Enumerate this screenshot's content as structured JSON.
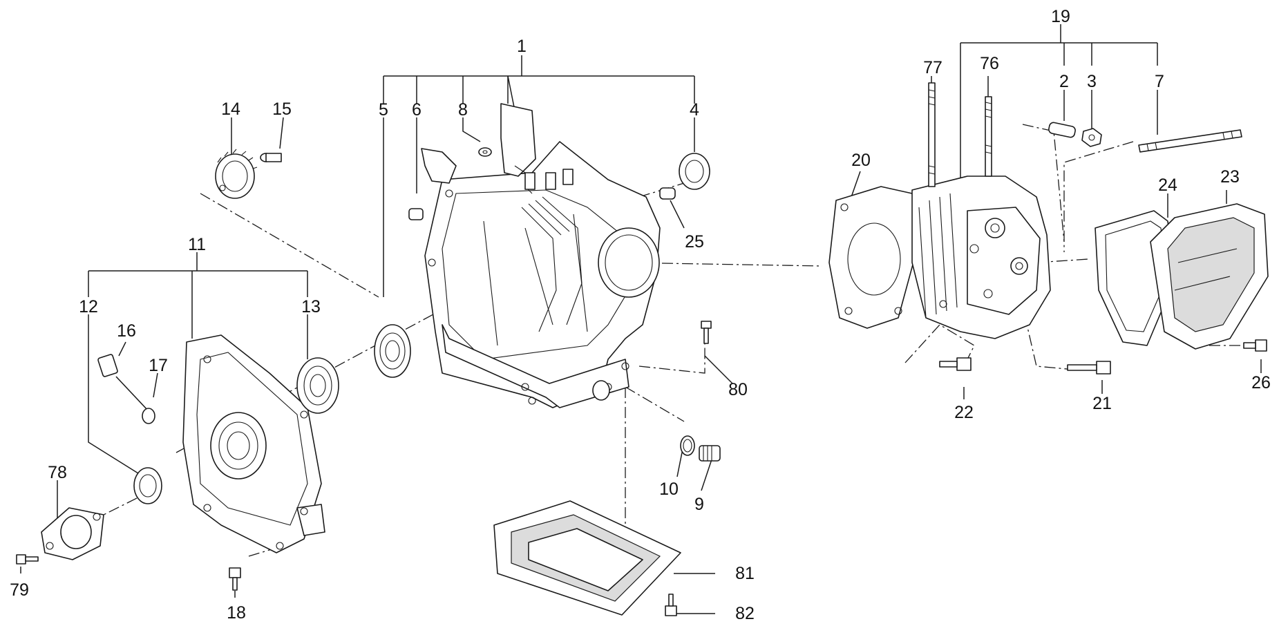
{
  "diagram": {
    "callouts": [
      "1",
      "2",
      "3",
      "4",
      "5",
      "6",
      "7",
      "8",
      "9",
      "10",
      "11",
      "12",
      "13",
      "14",
      "15",
      "16",
      "17",
      "18",
      "19",
      "20",
      "21",
      "22",
      "23",
      "24",
      "25",
      "26",
      "76",
      "77",
      "78",
      "79",
      "80",
      "81",
      "82"
    ]
  },
  "colors": {
    "line": "#1a1a1a",
    "background": "#ffffff",
    "shade": "#dcdcdc"
  }
}
